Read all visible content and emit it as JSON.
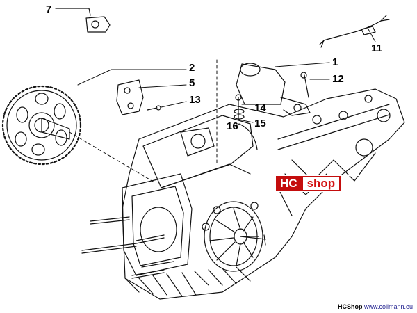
{
  "parts": [
    {
      "id": "p7",
      "label": "7"
    },
    {
      "id": "p11",
      "label": "11"
    },
    {
      "id": "p1",
      "label": "1"
    },
    {
      "id": "p2",
      "label": "2"
    },
    {
      "id": "p5",
      "label": "5"
    },
    {
      "id": "p12",
      "label": "12"
    },
    {
      "id": "p13",
      "label": "13"
    },
    {
      "id": "p14",
      "label": "14"
    },
    {
      "id": "p15",
      "label": "15"
    },
    {
      "id": "p16",
      "label": "16"
    }
  ],
  "badge": {
    "left": "HC",
    "right": "shop"
  },
  "footer": {
    "brand": "HCShop",
    "site": "www.collmann.eu"
  }
}
